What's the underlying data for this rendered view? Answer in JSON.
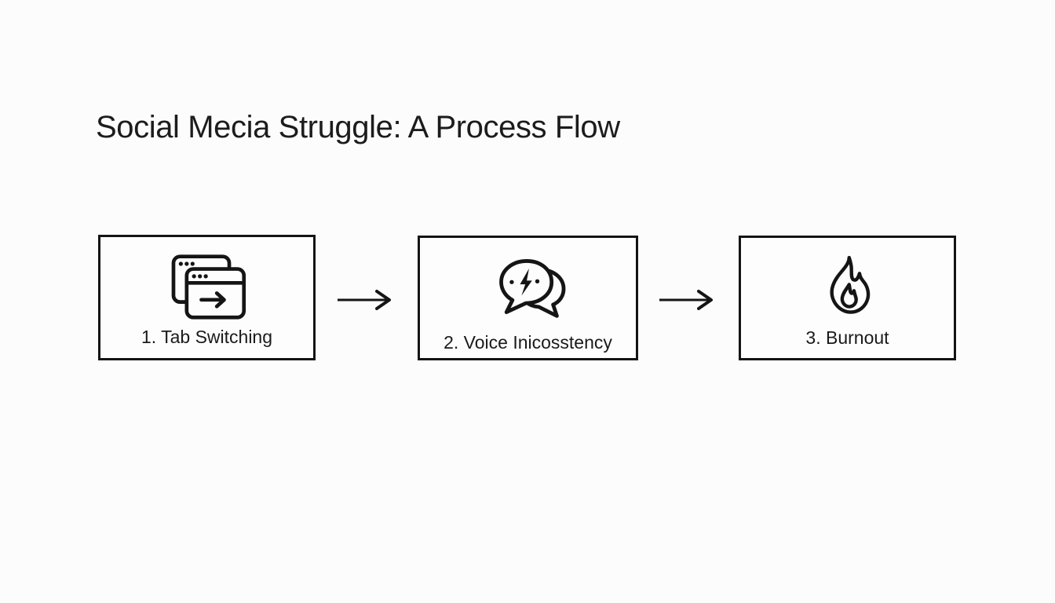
{
  "title": "Social Mecia Struggle: A Process Flow",
  "flow": {
    "steps": [
      {
        "label": "1. Tab Switching",
        "icon": "browser-tabs-icon"
      },
      {
        "label": "2. Voice Inicosstency",
        "icon": "chat-conflict-icon"
      },
      {
        "label": "3. Burnout",
        "icon": "flame-icon"
      }
    ],
    "connectors": [
      {
        "type": "arrow-right"
      },
      {
        "type": "arrow-right"
      }
    ]
  },
  "colors": {
    "background": "#fcfcfc",
    "stroke": "#151515",
    "title_text": "#1c1c1c",
    "label_text": "#1a1a1a"
  }
}
